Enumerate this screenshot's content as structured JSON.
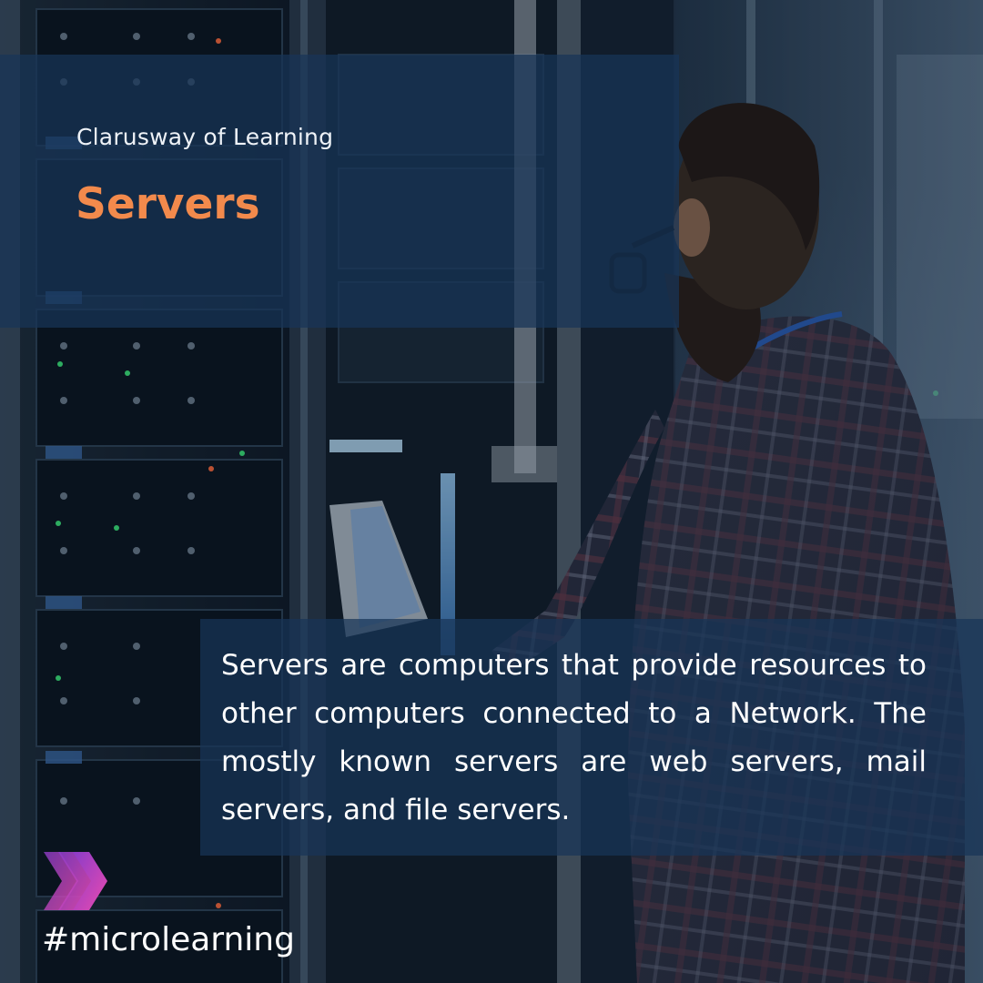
{
  "header": {
    "brand": "Clarusway of Learning",
    "title": "Servers"
  },
  "body": {
    "description": "Servers are computers that provide resources to other computers connected to a Network. The mostly known servers are web servers, mail servers, and file servers."
  },
  "footer": {
    "hashtag": "#microlearning"
  },
  "colors": {
    "title_accent": "#f28a4c",
    "panel": "#173458",
    "chevron_start": "#8b3cc8",
    "chevron_end": "#e94ab0"
  },
  "icons": {
    "logo": "triple-chevron-right-icon"
  }
}
